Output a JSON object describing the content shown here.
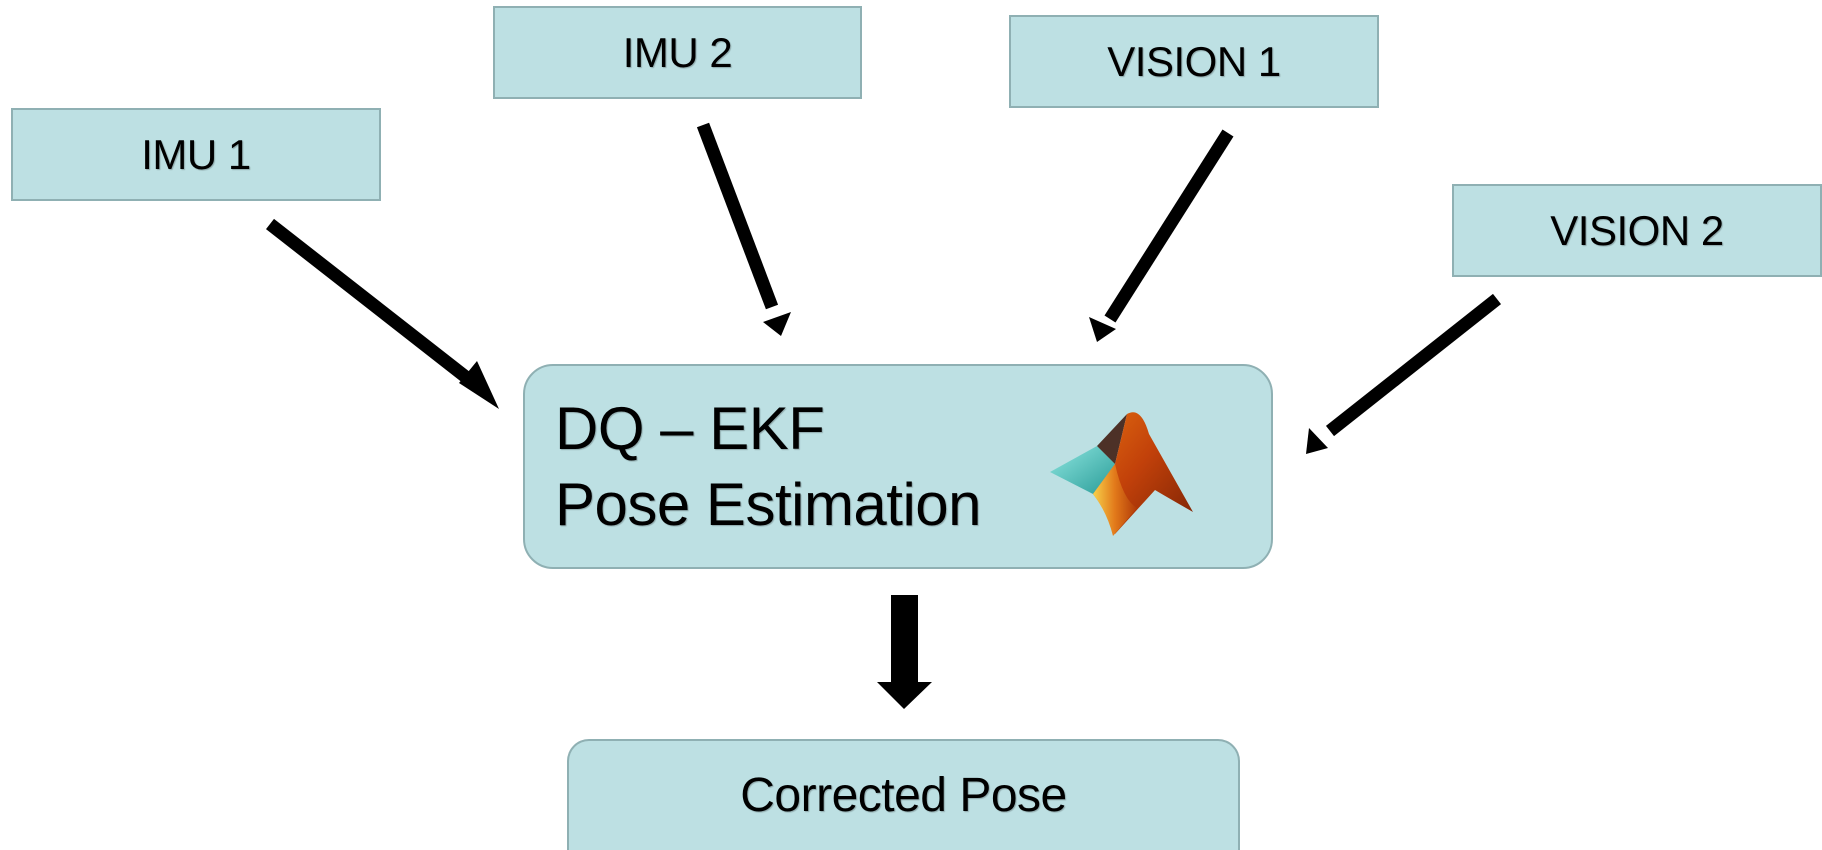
{
  "inputs": {
    "imu1": "IMU 1",
    "imu2": "IMU 2",
    "vision1": "VISION 1",
    "vision2": "VISION 2"
  },
  "processor": {
    "line1": "DQ – EKF",
    "line2": "Pose Estimation",
    "logo_icon": "matlab-logo-icon"
  },
  "output": {
    "label": "Corrected Pose"
  },
  "colors": {
    "box_fill": "#bde0e3",
    "box_border": "#8fb0b3",
    "arrow": "#000000"
  }
}
